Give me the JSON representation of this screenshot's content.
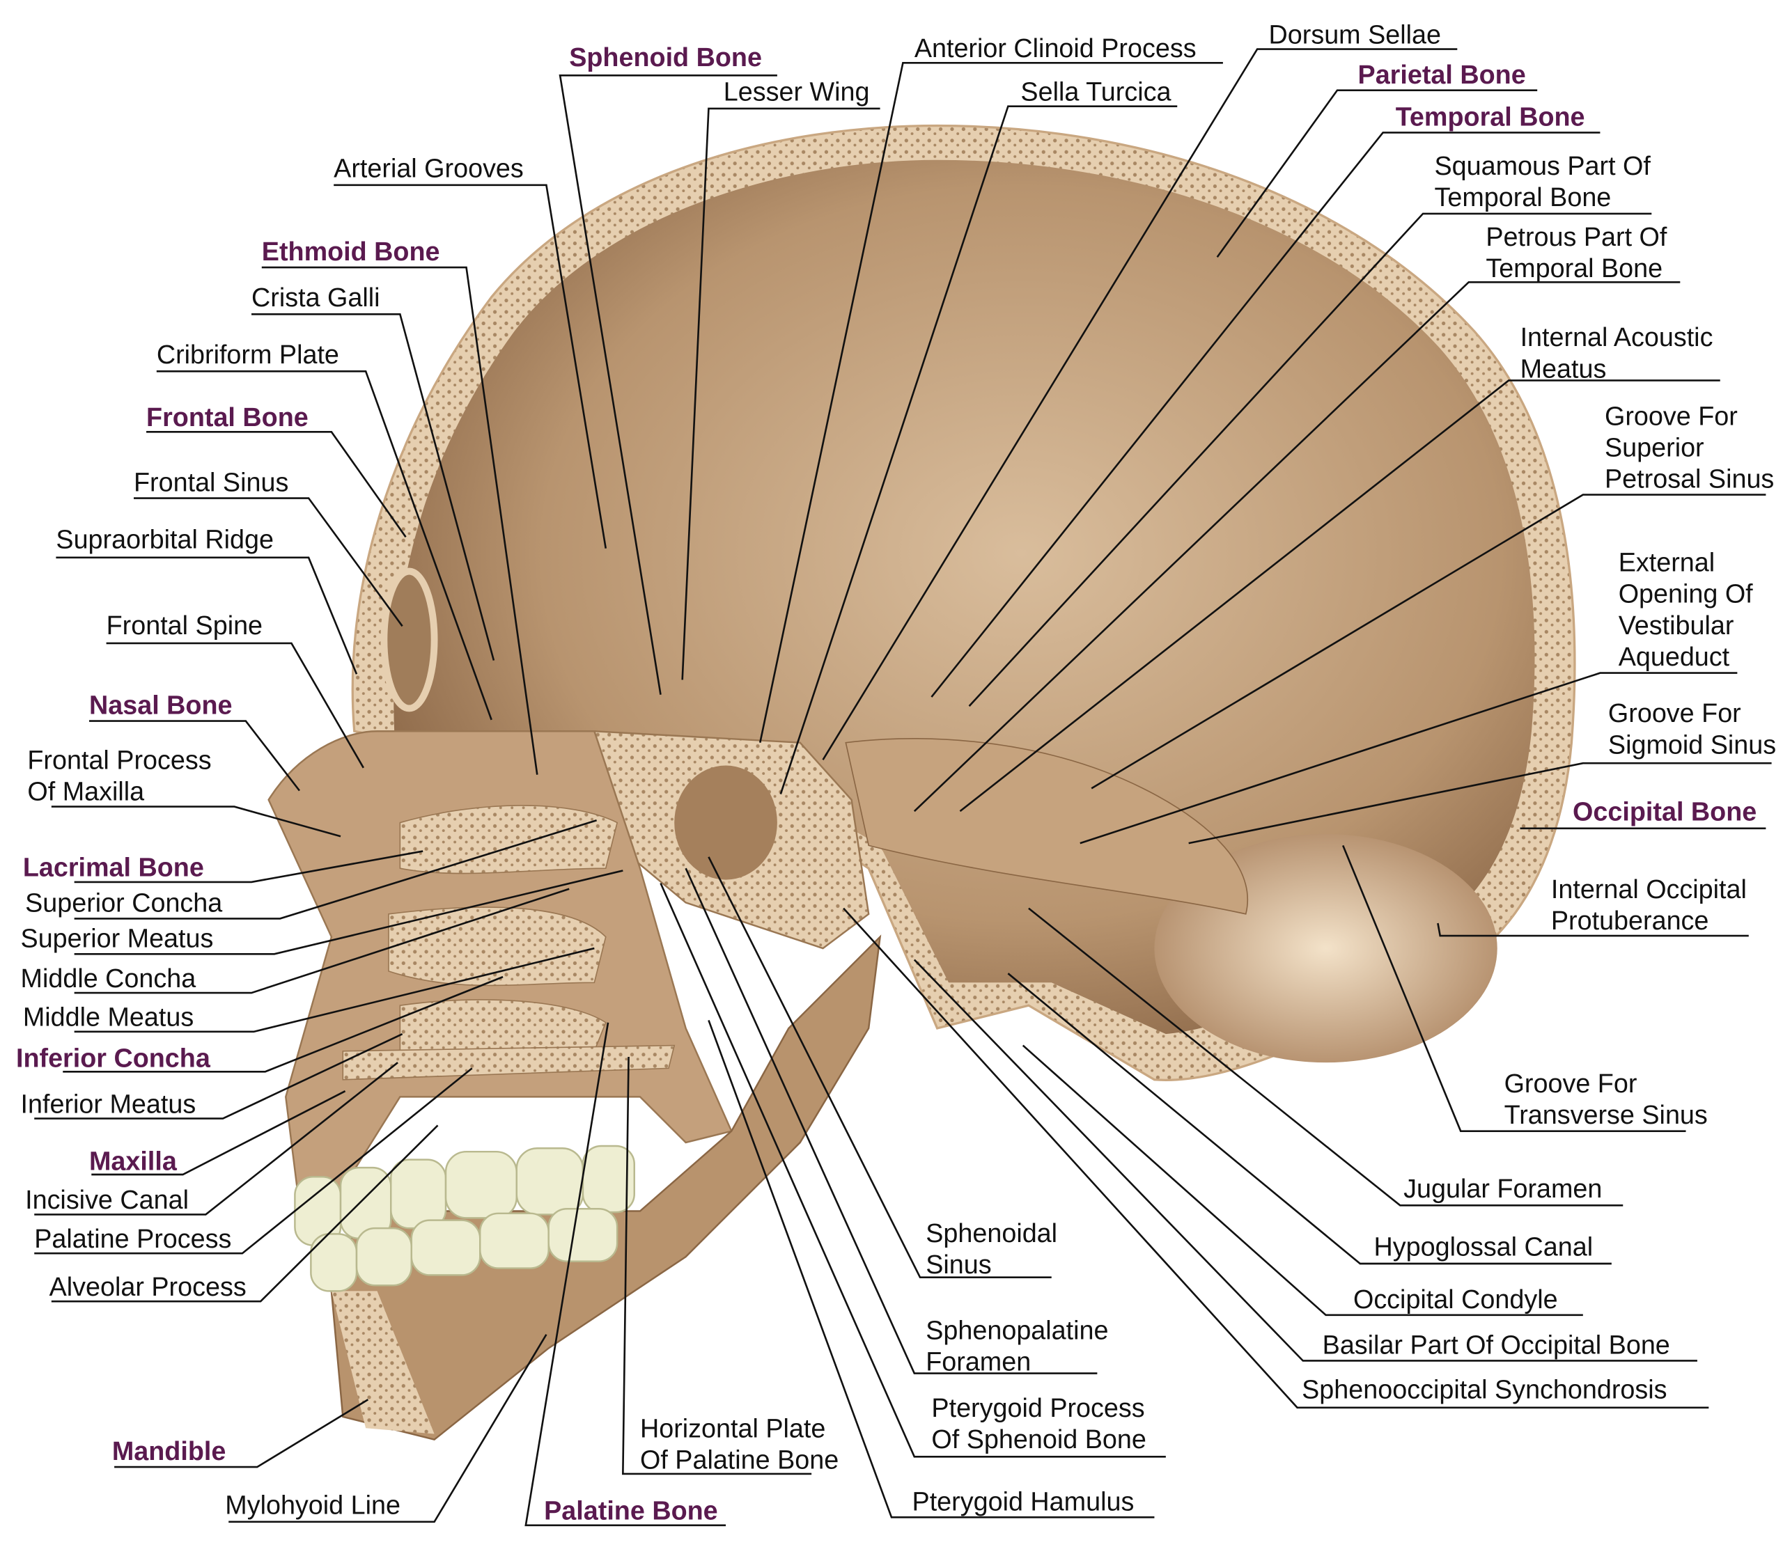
{
  "title_colors": {
    "bone_label": "#5a1a4f",
    "feature_label": "#111111",
    "bone_fill": "#c7a886",
    "bone_edge": "#e8d2b6",
    "teeth": "#eeeed2"
  },
  "labels": [
    {
      "lines": [
        "Sphenoid Bone"
      ],
      "kind": "bone"
    },
    {
      "lines": [
        "Lesser Wing"
      ],
      "kind": "feature"
    },
    {
      "lines": [
        "Arterial Grooves"
      ],
      "kind": "feature"
    },
    {
      "lines": [
        "Ethmoid Bone"
      ],
      "kind": "bone"
    },
    {
      "lines": [
        "Crista Galli"
      ],
      "kind": "feature"
    },
    {
      "lines": [
        "Cribriform Plate"
      ],
      "kind": "feature"
    },
    {
      "lines": [
        "Frontal Bone"
      ],
      "kind": "bone"
    },
    {
      "lines": [
        "Frontal Sinus"
      ],
      "kind": "feature"
    },
    {
      "lines": [
        "Supraorbital Ridge"
      ],
      "kind": "feature"
    },
    {
      "lines": [
        "Frontal Spine"
      ],
      "kind": "feature"
    },
    {
      "lines": [
        "Nasal Bone"
      ],
      "kind": "bone"
    },
    {
      "lines": [
        "Frontal Process",
        "Of Maxilla"
      ],
      "kind": "feature"
    },
    {
      "lines": [
        "Lacrimal Bone"
      ],
      "kind": "bone"
    },
    {
      "lines": [
        "Superior Concha"
      ],
      "kind": "feature"
    },
    {
      "lines": [
        "Superior Meatus"
      ],
      "kind": "feature"
    },
    {
      "lines": [
        "Middle Concha"
      ],
      "kind": "feature"
    },
    {
      "lines": [
        "Middle Meatus"
      ],
      "kind": "feature"
    },
    {
      "lines": [
        "Inferior Concha"
      ],
      "kind": "bone"
    },
    {
      "lines": [
        "Inferior Meatus"
      ],
      "kind": "feature"
    },
    {
      "lines": [
        "Maxilla"
      ],
      "kind": "bone"
    },
    {
      "lines": [
        "Incisive Canal"
      ],
      "kind": "feature"
    },
    {
      "lines": [
        "Palatine Process"
      ],
      "kind": "feature"
    },
    {
      "lines": [
        "Alveolar Process"
      ],
      "kind": "feature"
    },
    {
      "lines": [
        "Mandible"
      ],
      "kind": "bone"
    },
    {
      "lines": [
        "Mylohyoid Line"
      ],
      "kind": "feature"
    },
    {
      "lines": [
        "Palatine Bone"
      ],
      "kind": "bone"
    },
    {
      "lines": [
        "Horizontal Plate",
        "Of Palatine Bone"
      ],
      "kind": "feature"
    },
    {
      "lines": [
        "Pterygoid Hamulus"
      ],
      "kind": "feature"
    },
    {
      "lines": [
        "Pterygoid Process",
        "Of Sphenoid Bone"
      ],
      "kind": "feature"
    },
    {
      "lines": [
        "Sphenopalatine",
        "Foramen"
      ],
      "kind": "feature"
    },
    {
      "lines": [
        "Sphenoidal",
        "Sinus"
      ],
      "kind": "feature"
    },
    {
      "lines": [
        "Anterior Clinoid Process"
      ],
      "kind": "feature"
    },
    {
      "lines": [
        "Sella Turcica"
      ],
      "kind": "feature"
    },
    {
      "lines": [
        "Dorsum Sellae"
      ],
      "kind": "feature"
    },
    {
      "lines": [
        "Parietal Bone"
      ],
      "kind": "bone"
    },
    {
      "lines": [
        "Temporal Bone"
      ],
      "kind": "bone"
    },
    {
      "lines": [
        "Squamous Part Of",
        "Temporal Bone"
      ],
      "kind": "feature"
    },
    {
      "lines": [
        "Petrous Part Of",
        "Temporal Bone"
      ],
      "kind": "feature"
    },
    {
      "lines": [
        "Internal Acoustic",
        "Meatus"
      ],
      "kind": "feature"
    },
    {
      "lines": [
        "Groove For",
        "Superior",
        "Petrosal Sinus"
      ],
      "kind": "feature"
    },
    {
      "lines": [
        "External",
        "Opening Of",
        "Vestibular",
        "Aqueduct"
      ],
      "kind": "feature"
    },
    {
      "lines": [
        "Groove For",
        "Sigmoid Sinus"
      ],
      "kind": "feature"
    },
    {
      "lines": [
        "Occipital Bone"
      ],
      "kind": "bone"
    },
    {
      "lines": [
        "Internal Occipital",
        "Protuberance"
      ],
      "kind": "feature"
    },
    {
      "lines": [
        "Groove For",
        "Transverse Sinus"
      ],
      "kind": "feature"
    },
    {
      "lines": [
        "Jugular Foramen"
      ],
      "kind": "feature"
    },
    {
      "lines": [
        "Hypoglossal Canal"
      ],
      "kind": "feature"
    },
    {
      "lines": [
        "Occipital Condyle"
      ],
      "kind": "feature"
    },
    {
      "lines": [
        "Basilar Part Of Occipital Bone"
      ],
      "kind": "feature"
    },
    {
      "lines": [
        "Sphenooccipital Synchondrosis"
      ],
      "kind": "feature"
    }
  ]
}
